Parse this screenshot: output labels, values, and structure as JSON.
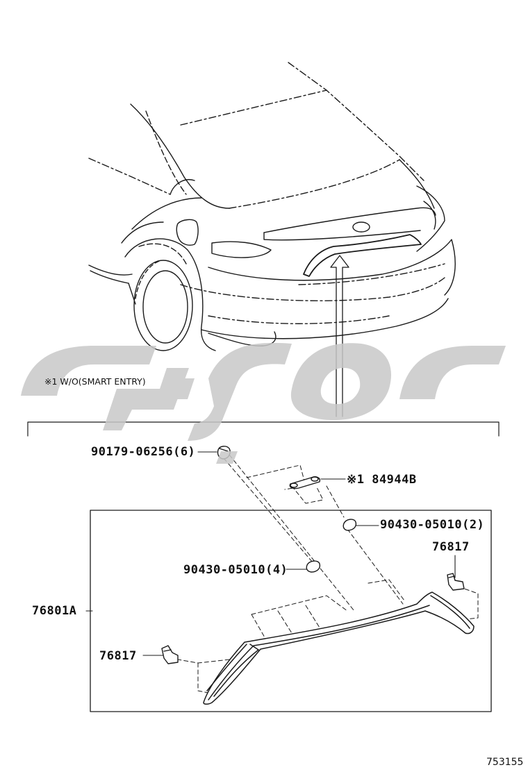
{
  "note": "※1 W/O(SMART ENTRY)",
  "parts": {
    "clip": "90179-06256(6)",
    "switch": "※1 84944B",
    "nut_right": "90430-05010(2)",
    "nut_center": "90430-05010(4)",
    "garnish": "76801A",
    "cover_right": "76817",
    "cover_left": "76817"
  },
  "figure_number": "753155",
  "colors": {
    "line": "#1a1a1a",
    "watermark": "#c8c8c8"
  }
}
